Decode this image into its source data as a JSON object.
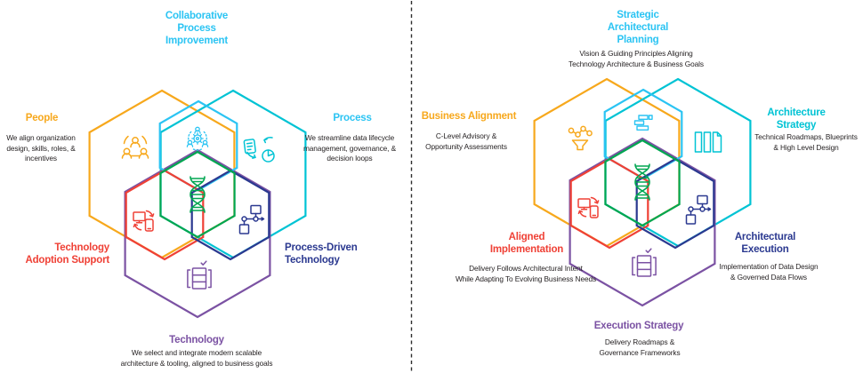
{
  "colors": {
    "yellow": "#F7A81C",
    "cyan": "#2BC4F3",
    "teal": "#00C3D4",
    "green": "#00A651",
    "red": "#EF4136",
    "navy": "#2B3990",
    "purple": "#7B52A3",
    "text": "#231F20",
    "divider": "#2E2E2E"
  },
  "left": {
    "collaborative": {
      "title": "Collaborative\nProcess\nImprovement"
    },
    "people": {
      "title": "People",
      "desc": "We align organization\ndesign, skills, roles, &\nincentives"
    },
    "process": {
      "title": "Process",
      "desc": "We streamline data lifecycle\nmanagement, governance, &\ndecision loops"
    },
    "tech_adoption": {
      "title": "Technology\nAdoption Support"
    },
    "process_driven": {
      "title": "Process-Driven\nTechnology"
    },
    "technology": {
      "title": "Technology",
      "desc": "We select and integrate modern scalable\narchitecture & tooling, aligned to business goals"
    }
  },
  "right": {
    "strategic": {
      "title": "Strategic\nArchitectural\nPlanning",
      "desc": "Vision & Guiding Principles Aligning\nTechnology Architecture & Business Goals"
    },
    "business_alignment": {
      "title": "Business Alignment",
      "desc": "C-Level Advisory &\nOpportunity Assessments"
    },
    "architecture_strategy": {
      "title": "Architecture\nStrategy",
      "desc": "Technical Roadmaps, Blueprints\n& High Level Design"
    },
    "aligned_implementation": {
      "title": "Aligned\nImplementation",
      "desc": "Delivery Follows Architectural Intent\nWhile Adapting To Evolving Business Needs"
    },
    "architectural_execution": {
      "title": "Architectural\nExecution",
      "desc": "Implementation of Data Design\n& Governed Data Flows"
    },
    "execution_strategy": {
      "title": "Execution Strategy",
      "desc": "Delivery Roadmaps &\nGovernance Frameworks"
    }
  },
  "icons": {
    "left": {
      "people": "org-people-icon",
      "collaborative": "people-gear-network-icon",
      "process": "document-cycle-pie-icon",
      "center": "dna-helix-icon",
      "tech_adoption": "device-sync-icon",
      "process_driven": "workflow-nodes-icon",
      "technology": "server-stack-check-icon"
    },
    "right": {
      "business_alignment": "molecule-funnel-icon",
      "strategic": "gantt-blocks-icon",
      "architecture_strategy": "blueprint-columns-icon",
      "center": "dna-helix-icon",
      "aligned_implementation": "device-sync-icon",
      "architectural_execution": "workflow-nodes-icon",
      "execution_strategy": "server-stack-check-icon"
    }
  }
}
